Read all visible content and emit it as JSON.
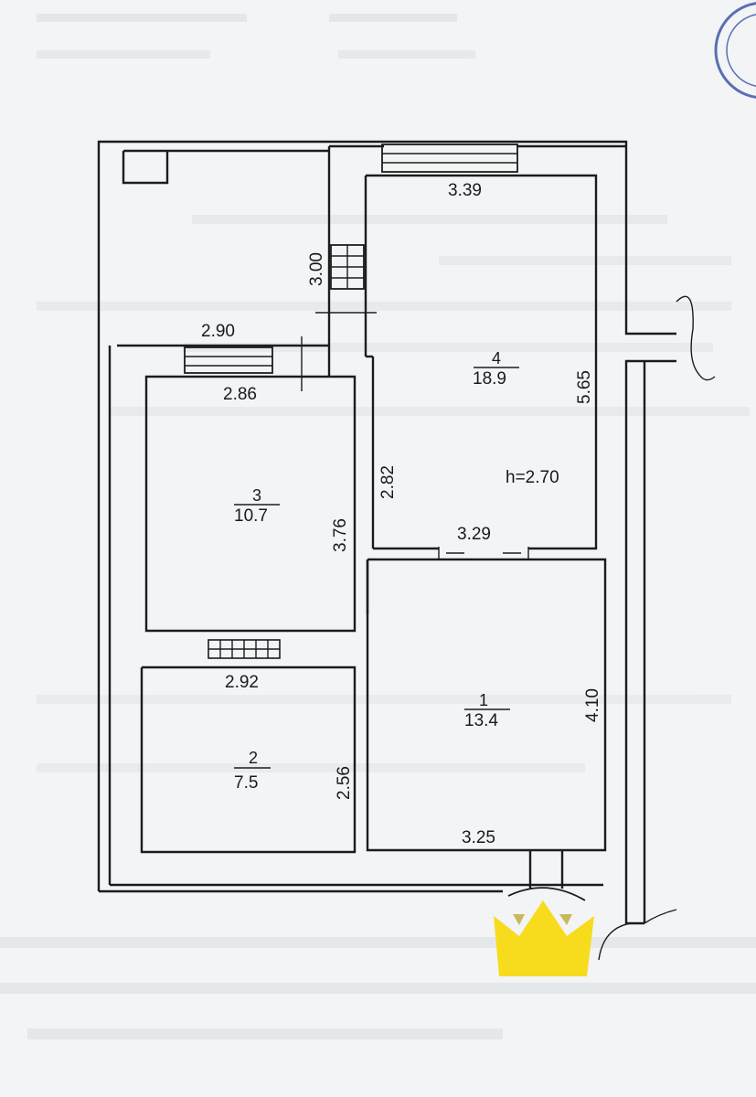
{
  "plan": {
    "ceiling_height": "h=2.70",
    "colors": {
      "paper": "#f2f4f6",
      "line": "#1c1c1c",
      "stamp": "#5a6fb0",
      "crown": "#f7dc1d"
    },
    "rooms": [
      {
        "id": "1",
        "number": "1",
        "area": "13.4"
      },
      {
        "id": "2",
        "number": "2",
        "area": "7.5"
      },
      {
        "id": "3",
        "number": "3",
        "area": "10.7"
      },
      {
        "id": "4",
        "number": "4",
        "area": "18.9"
      }
    ],
    "dimensions": {
      "d_3_39": "3.39",
      "d_3_00": "3.00",
      "d_2_90": "2.90",
      "d_2_86": "2.86",
      "d_5_65": "5.65",
      "d_2_82": "2.82",
      "d_3_76": "3.76",
      "d_3_29": "3.29",
      "d_2_92": "2.92",
      "d_4_10": "4.10",
      "d_2_56": "2.56",
      "d_3_25": "3.25"
    },
    "overlay_icon": "crown-icon"
  }
}
